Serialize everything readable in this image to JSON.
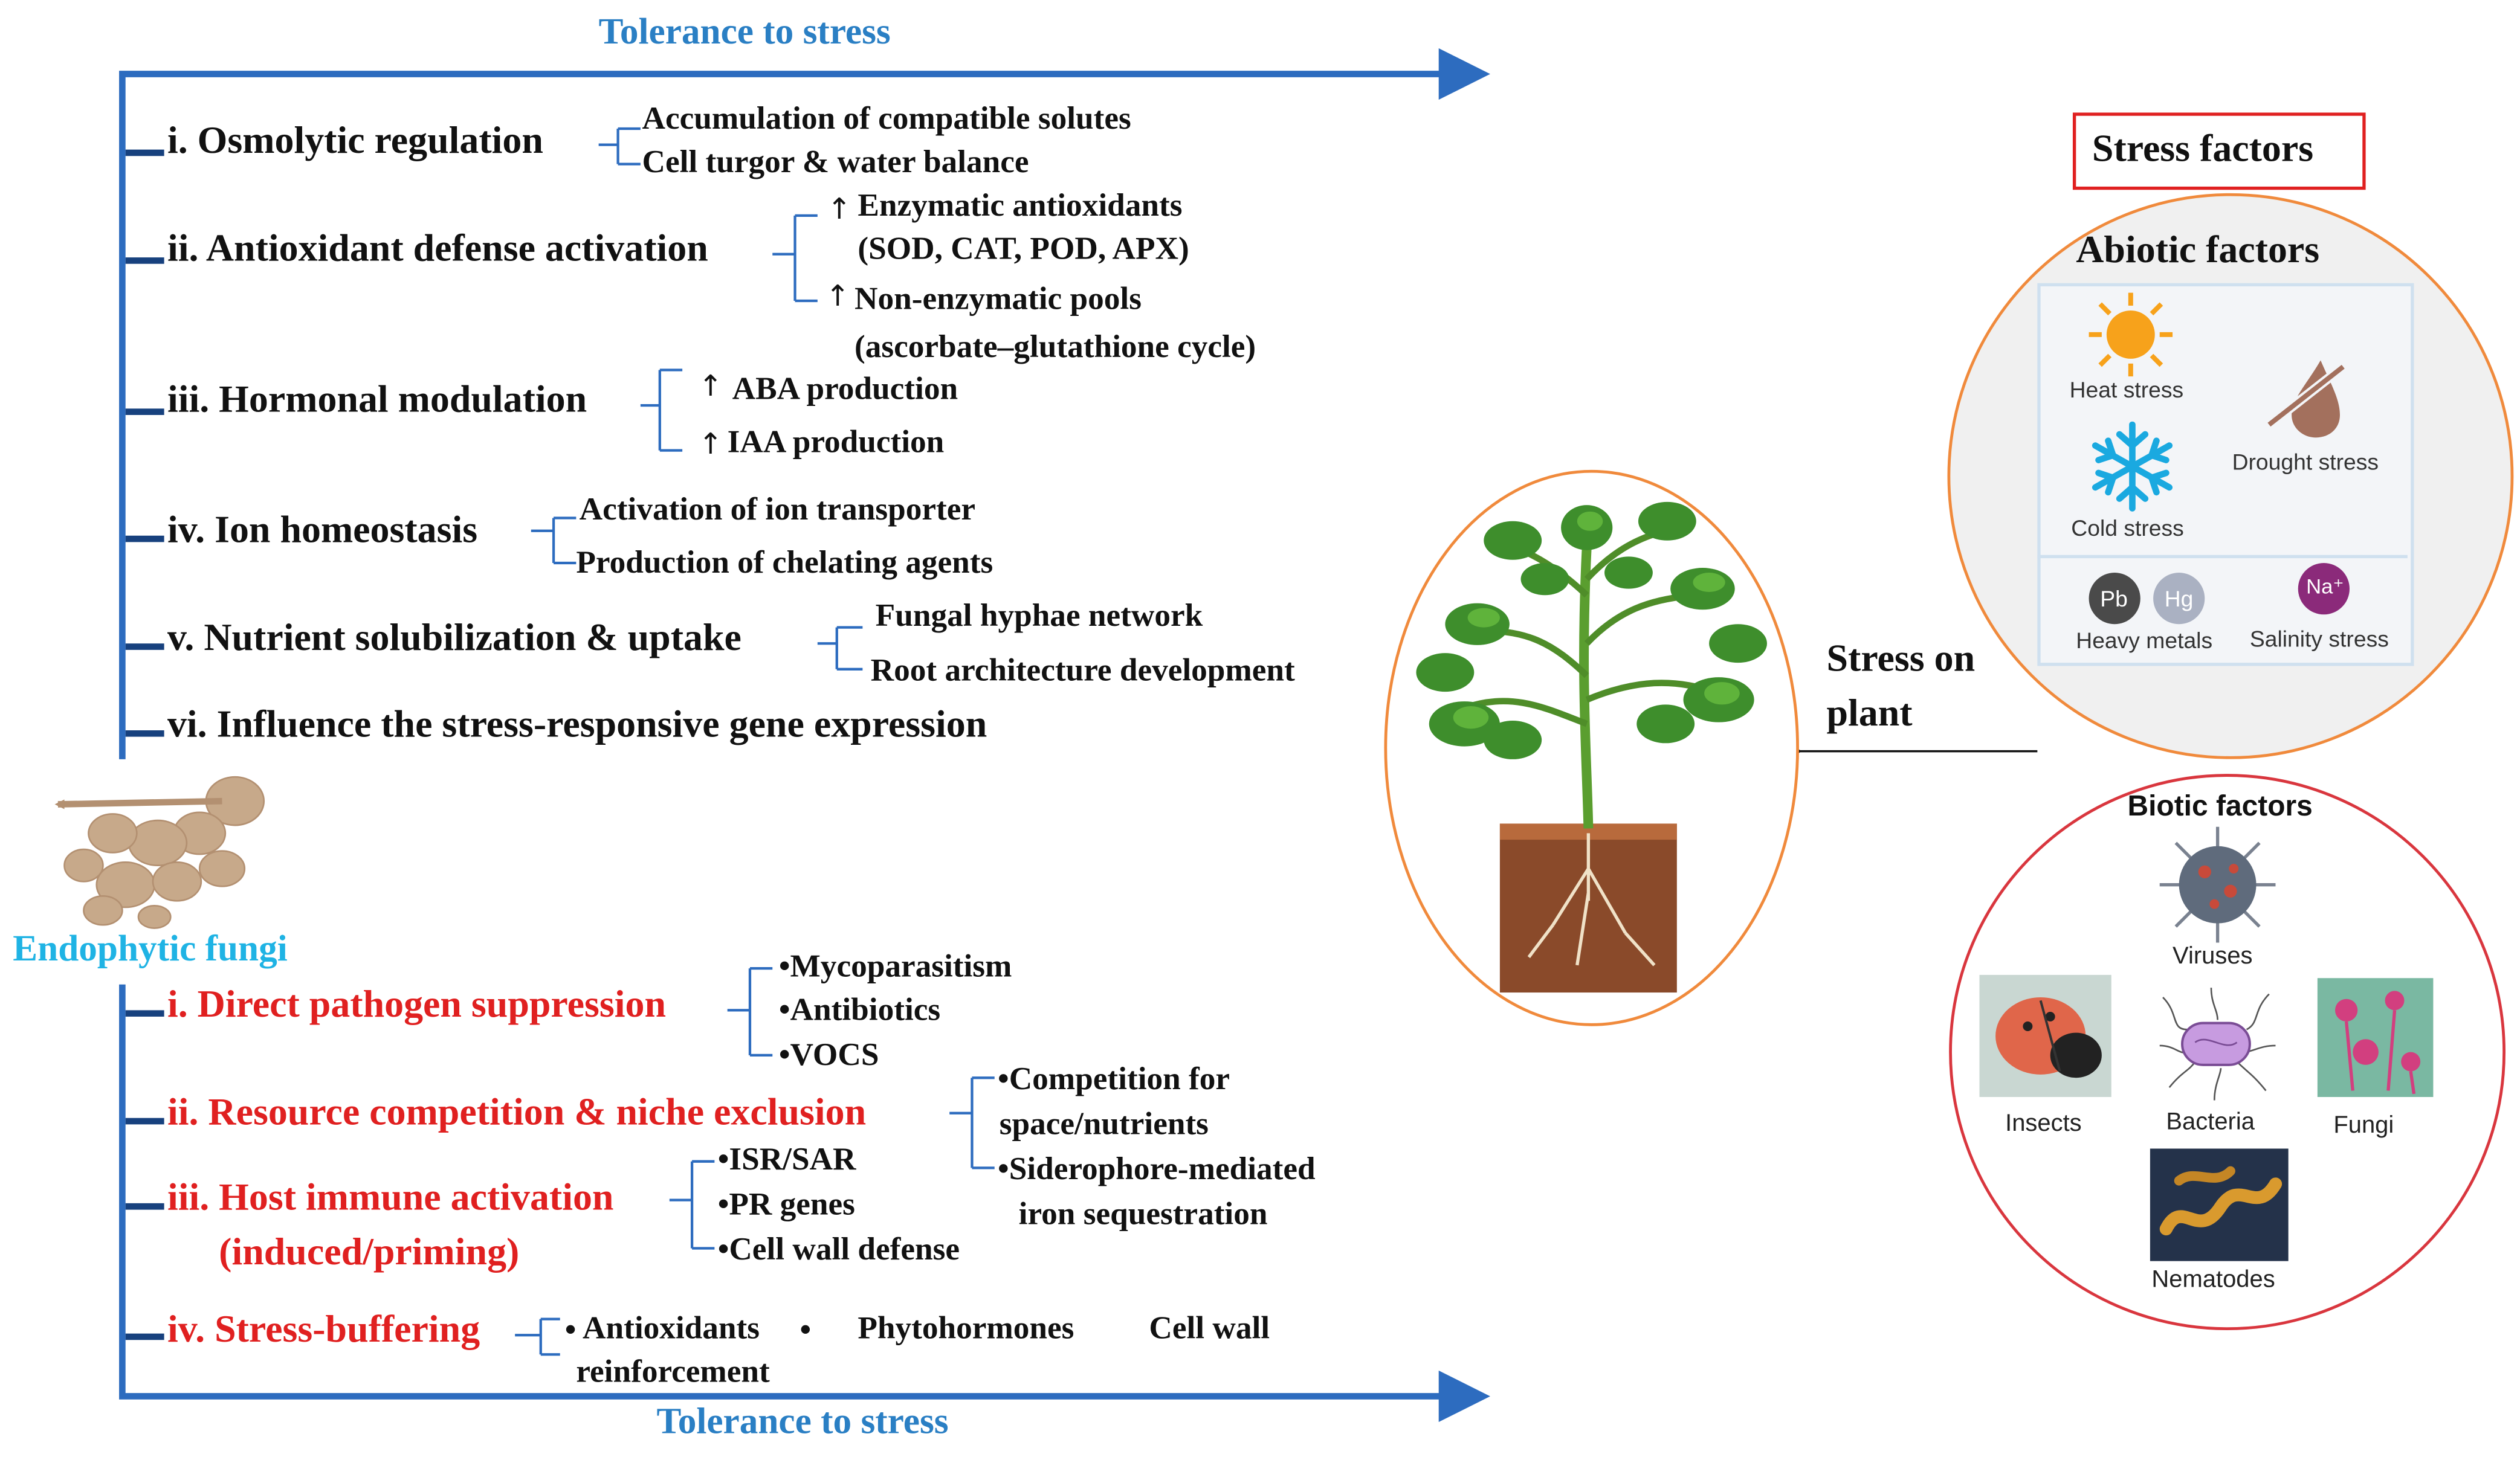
{
  "header_title": "Tolerance to stress",
  "footer_title": "Tolerance to stress",
  "center_label": "Endophytic fungi",
  "tolerance_items": [
    {
      "label": "i. Osmolytic regulation",
      "details": [
        "Accumulation of compatible solutes",
        "Cell turgor & water balance"
      ]
    },
    {
      "label": "ii. Antioxidant defense activation",
      "details": [
        "Enzymatic antioxidants",
        "(SOD, CAT, POD, APX)",
        "Non-enzymatic pools",
        "(ascorbate–glutathione cycle)"
      ]
    },
    {
      "label": "iii. Hormonal modulation",
      "details": [
        "ABA production",
        "IAA production"
      ]
    },
    {
      "label": "iv. Ion homeostasis",
      "details": [
        "Activation of ion transporter",
        "Production of chelating agents"
      ]
    },
    {
      "label": "v. Nutrient solubilization & uptake",
      "details": [
        "Fungal hyphae network",
        "Root architecture development"
      ]
    },
    {
      "label": "vi. Influence the stress-responsive gene expression",
      "details": []
    }
  ],
  "biocontrol_items": [
    {
      "label": "i. Direct pathogen suppression",
      "details": [
        "•Mycoparasitism",
        "•Antibiotics",
        "•VOCS"
      ]
    },
    {
      "label": "ii. Resource competition & niche exclusion",
      "details": [
        "•Competition for",
        "space/nutrients",
        "•Siderophore-mediated",
        "iron sequestration"
      ]
    },
    {
      "label": "iii. Host immune activation",
      "label2": "(induced/priming)",
      "details": [
        "•ISR/SAR",
        "•PR genes",
        "•Cell wall defense"
      ]
    },
    {
      "label": "iv. Stress-buffering",
      "details": [
        "Antioxidants",
        "Phytohormones",
        "Cell wall",
        "reinforcement"
      ]
    }
  ],
  "up_arrow_glyph": "↑",
  "stress_on_plant": [
    "Stress on",
    "plant"
  ],
  "stress_factors_title": "Stress factors",
  "abiotic": {
    "title": "Abiotic factors",
    "items": [
      "Heat stress",
      "Cold stress",
      "Drought stress",
      "Heavy metals",
      "Salinity stress"
    ],
    "element_symbols": [
      "Pb",
      "Hg",
      "Na⁺"
    ]
  },
  "biotic": {
    "title": "Biotic factors",
    "items": [
      "Viruses",
      "Insects",
      "Bacteria",
      "Fungi",
      "Nematodes"
    ]
  },
  "colors": {
    "line_blue": "#2d6cbf",
    "title_blue": "#2a7fc4",
    "fungi_cyan": "#1fb3e4",
    "biocontrol_red": "#e02020",
    "abiotic_circle": "#f08a3c",
    "biotic_circle": "#d9363e",
    "plant_ellipse": "#f08a3c"
  },
  "icons": [
    "fungal-hyphae-icon",
    "plant-icon",
    "sun-icon",
    "snowflake-icon",
    "drought-drop-icon",
    "virus-icon",
    "ladybug-icon",
    "bacteria-icon",
    "fungi-micrograph-icon",
    "nematode-icon"
  ]
}
